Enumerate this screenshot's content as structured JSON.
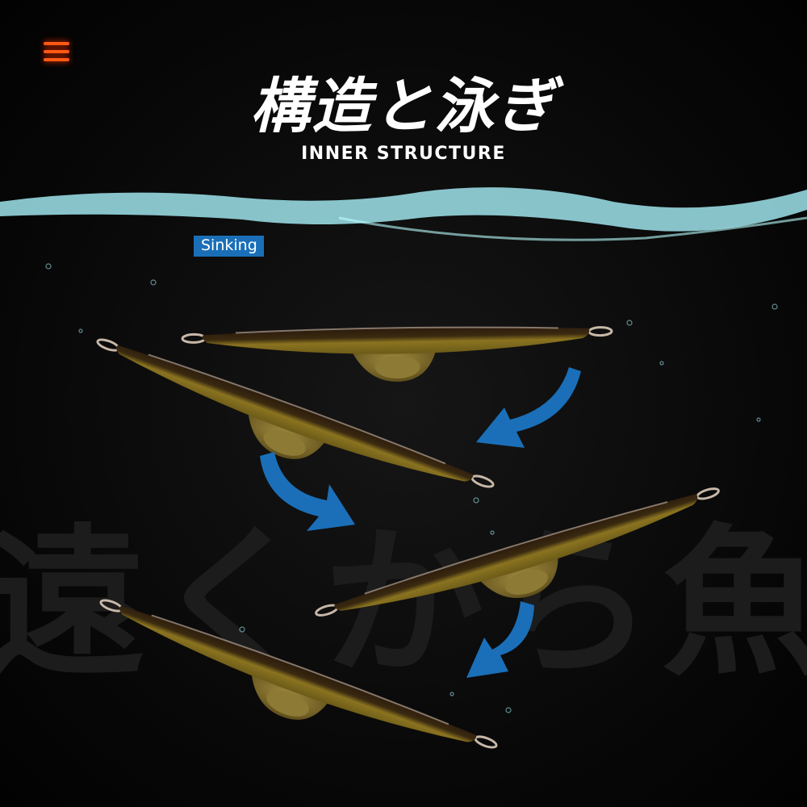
{
  "header": {
    "menu_icon": "hamburger-menu-icon",
    "title": "構造と泳ぎ",
    "subtitle": "INNER STRUCTURE"
  },
  "badge": {
    "label": "Sinking"
  },
  "watermark": "遠くから魚",
  "colors": {
    "accent": "#ff5a14",
    "badge": "#1a6fb8",
    "arrow": "#1a6fb8",
    "water": "#9fe4ec"
  }
}
